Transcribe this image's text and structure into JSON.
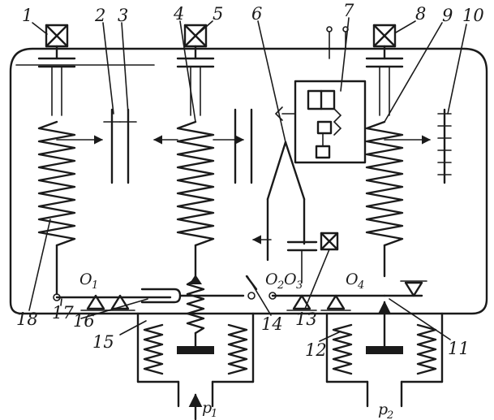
{
  "labels": {
    "l1": "1",
    "l2": "2",
    "l3": "3",
    "l4": "4",
    "l5": "5",
    "l6": "6",
    "l7": "7",
    "l8": "8",
    "l9": "9",
    "l10": "10",
    "l11": "11",
    "l12": "12",
    "l13": "13",
    "l14": "14",
    "l15": "15",
    "l16": "16",
    "l17": "17",
    "l18": "18"
  },
  "pivots": {
    "o1": "O",
    "o2": "O",
    "o3": "O",
    "o4": "O",
    "s1": "1",
    "s2": "2",
    "s3": "3",
    "s4": "4"
  },
  "pressures": {
    "p1": "p",
    "p2": "p",
    "s1": "1",
    "s2": "2"
  },
  "icons": [
    "pressure-source-icon",
    "spring-icon",
    "bellows-icon",
    "pivot-icon",
    "arrow-icon"
  ]
}
